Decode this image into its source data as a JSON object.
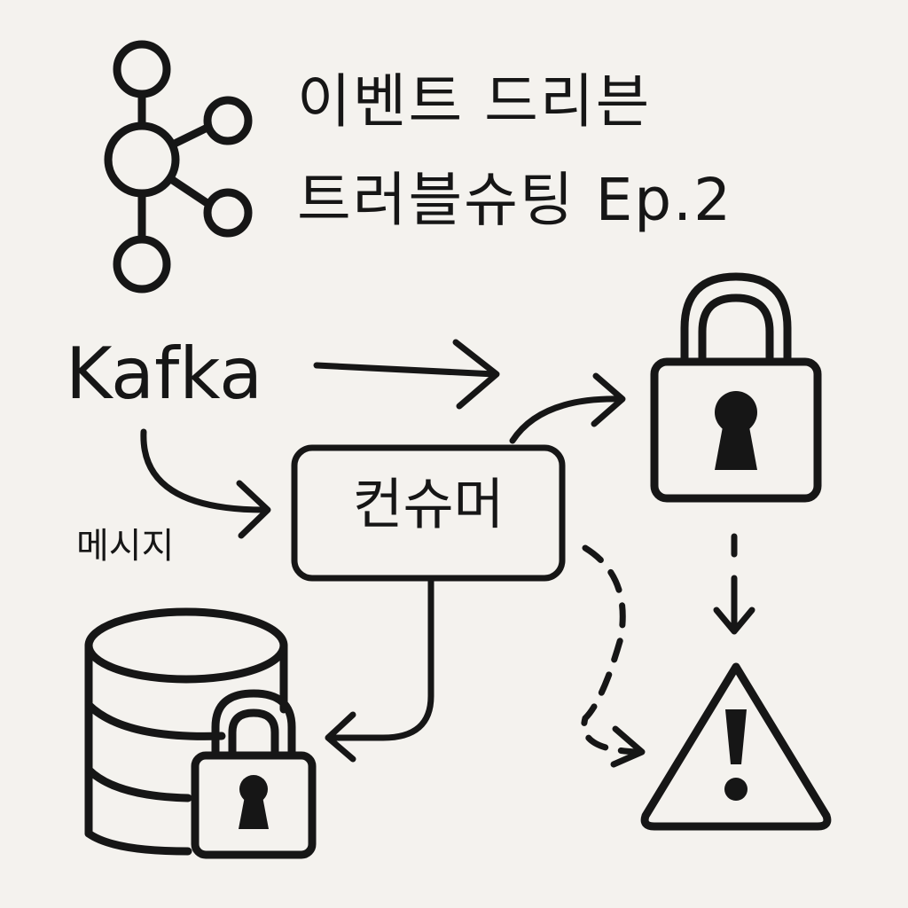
{
  "title": {
    "line1": "이벤트 드리븐",
    "line2": "트러블슈팅 Ep.2"
  },
  "nodes": {
    "kafka": "Kafka",
    "consumer": "컨슈머",
    "message": "메시지"
  },
  "icons": [
    "kafka-logo-icon",
    "lock-icon",
    "database-icon",
    "warning-icon"
  ],
  "colors": {
    "ink": "#161616",
    "paper": "#f4f2ee"
  }
}
